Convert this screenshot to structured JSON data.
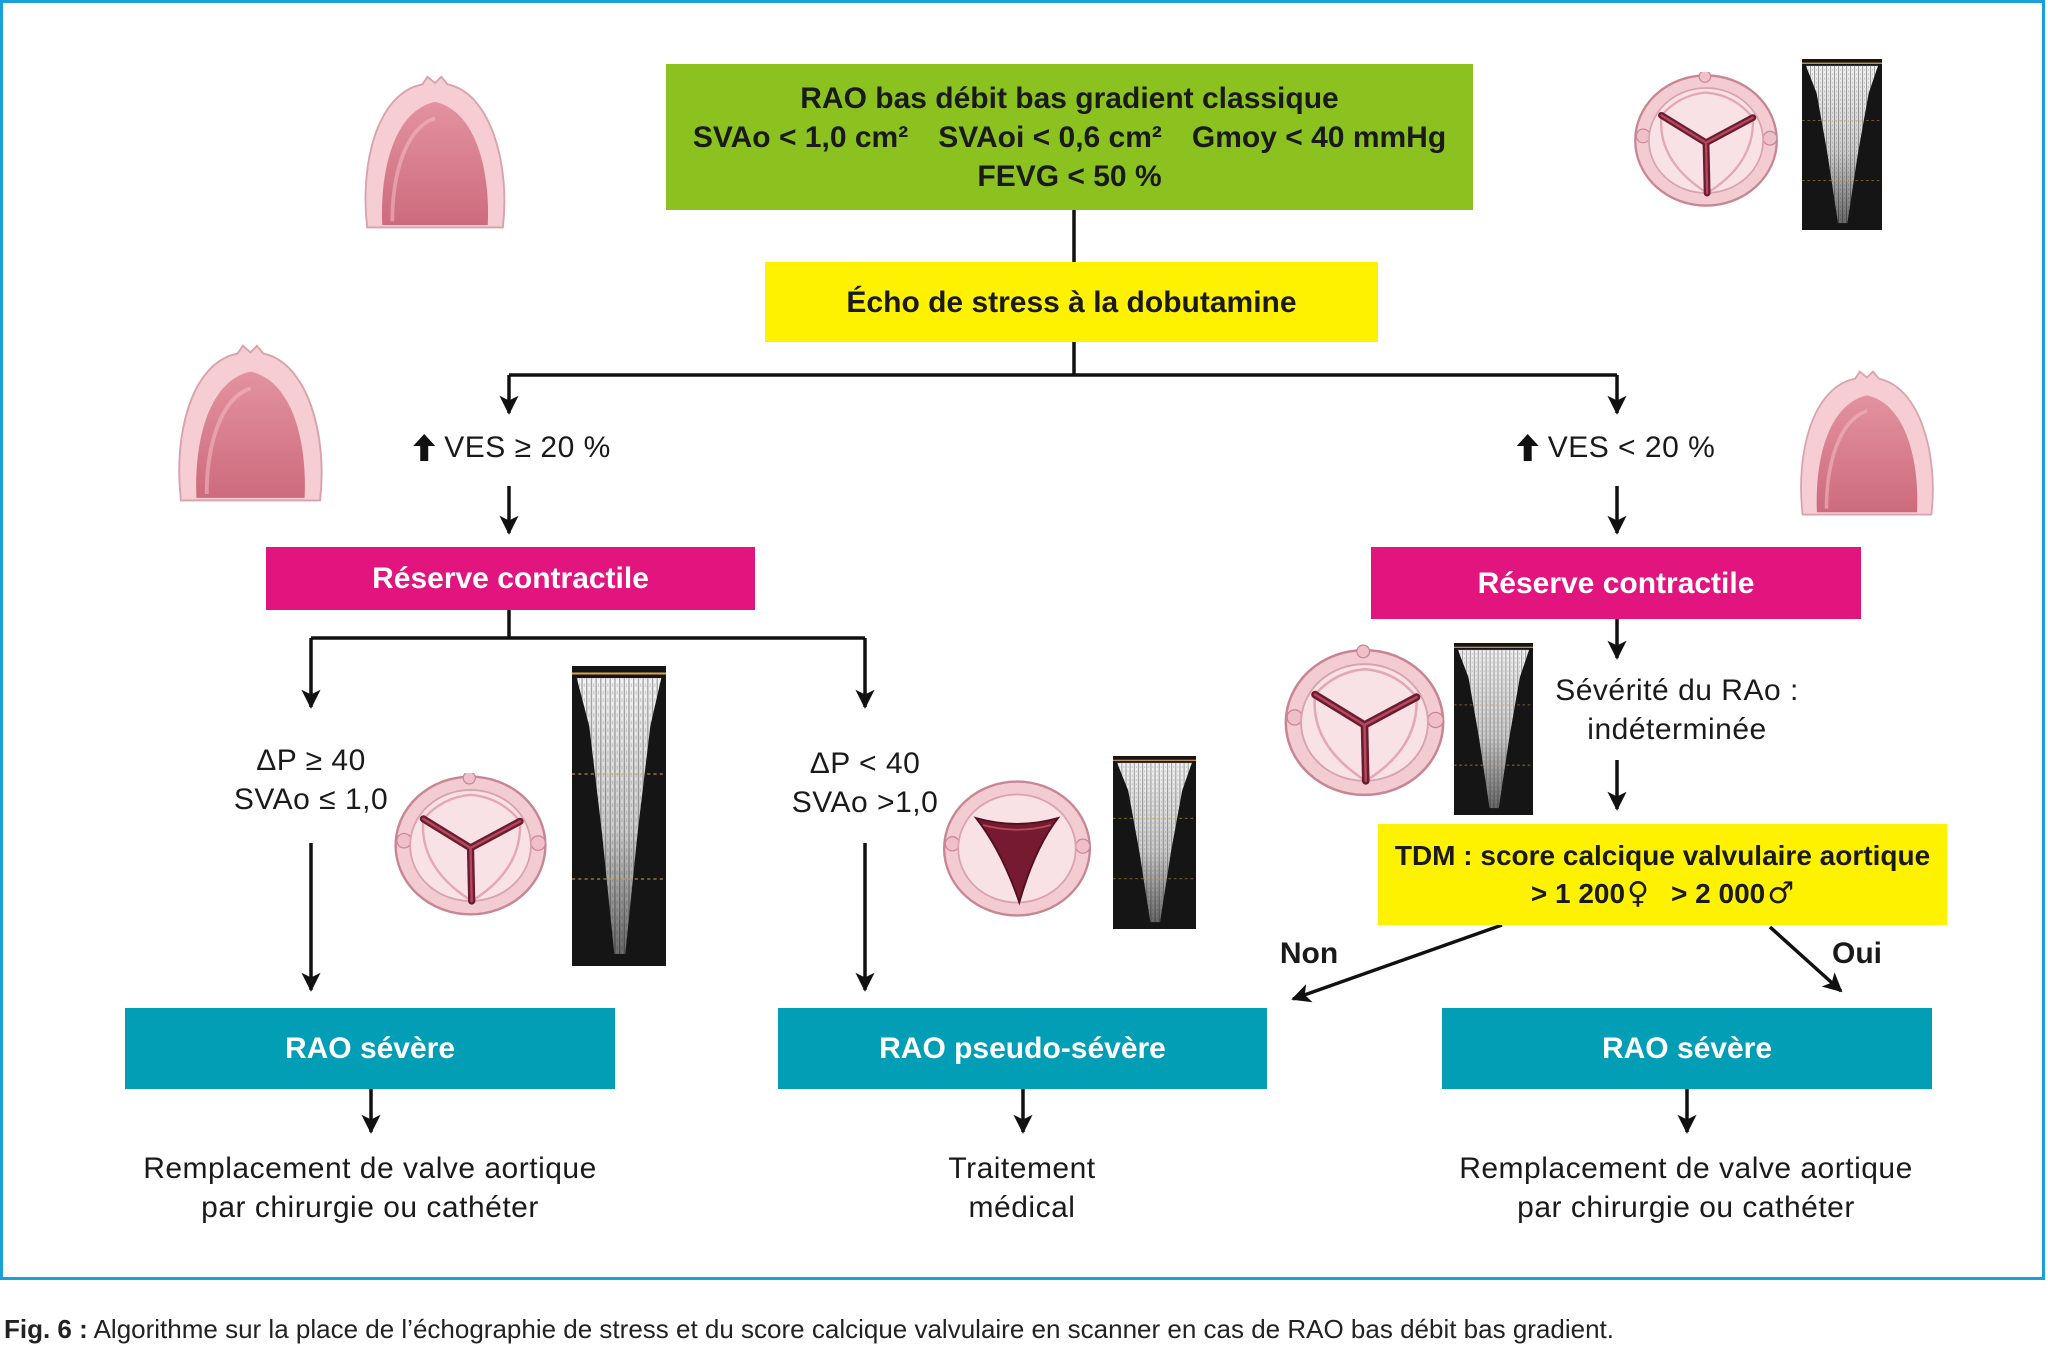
{
  "diagram": {
    "start": {
      "title": "RAO bas débit bas gradient classique",
      "criteria": [
        "SVAo < 1,0 cm²",
        "SVAoi < 0,6 cm²",
        "Gmoy < 40 mmHg"
      ],
      "fevg": "FEVG < 50 %"
    },
    "stress_echo": "Écho de stress à la dobutamine",
    "left_branch": {
      "condition": "VES ≥ 20 %",
      "reserve": "Réserve contractile",
      "severe": {
        "criteria": [
          "ΔP ≥ 40",
          "SVAo ≤ 1,0"
        ],
        "result": "RAO sévère",
        "outcome": [
          "Remplacement de valve aortique",
          "par chirurgie ou cathéter"
        ]
      },
      "pseudo_severe": {
        "criteria": [
          "ΔP < 40",
          "SVAo >1,0"
        ],
        "result": "RAO pseudo-sévère",
        "outcome": [
          "Traitement",
          "médical"
        ]
      }
    },
    "right_branch": {
      "condition": "VES < 20 %",
      "reserve": "Réserve contractile",
      "severity": [
        "Sévérité du RAo :",
        "indéterminée"
      ],
      "ct_score": {
        "title": "TDM : score calcique valvulaire aortique",
        "female_threshold": "> 1 200",
        "female_symbol": "♀",
        "male_threshold": "> 2 000",
        "male_symbol": "♂"
      },
      "no_label": "Non",
      "yes_label": "Oui",
      "severe": {
        "result": "RAO sévère",
        "outcome": [
          "Remplacement de valve aortique",
          "par chirurgie ou cathéter"
        ]
      }
    }
  },
  "icons": {
    "condition_marker": "up-arrow-icon",
    "illustrations": [
      "aortic-root-illustration",
      "aortic-valve-closed-illustration",
      "aortic-valve-open-illustration",
      "doppler-spectrum-illustration"
    ]
  },
  "colors": {
    "lime_green": "#8cc21f",
    "yellow": "#fff200",
    "magenta": "#e2147d",
    "teal": "#019eb6",
    "frame_blue": "#1aa1dc",
    "line": "#111111"
  },
  "caption": {
    "label": "Fig. 6 :",
    "text": "Algorithme sur la place de l’échographie de stress et du score calcique valvulaire en scanner en cas de RAO bas débit bas gradient."
  }
}
